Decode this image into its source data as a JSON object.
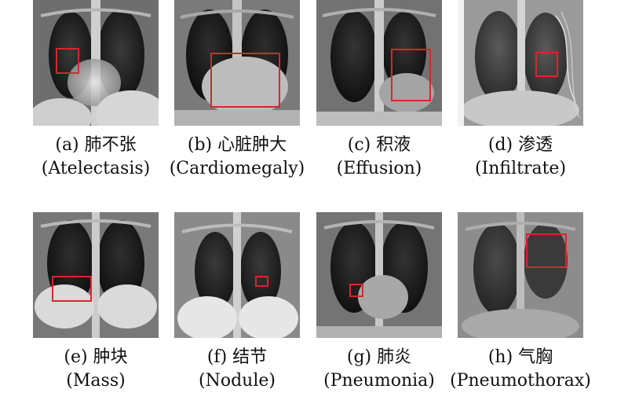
{
  "panels": [
    {
      "id": "a",
      "label_cn": "(a) 肺不张",
      "label_en": "(Atelectasis)",
      "box_color": "#d8262b"
    },
    {
      "id": "b",
      "label_cn": "(b) 心脏肿大",
      "label_en": "(Cardiomegaly)",
      "box_color": "#d8262b"
    },
    {
      "id": "c",
      "label_cn": "(c) 积液",
      "label_en": "(Effusion)",
      "box_color": "#d8262b"
    },
    {
      "id": "d",
      "label_cn": "(d) 渗透",
      "label_en": "(Infiltrate)",
      "box_color": "#d8262b"
    },
    {
      "id": "e",
      "label_cn": "(e) 肿块",
      "label_en": "(Mass)",
      "box_color": "#d8262b"
    },
    {
      "id": "f",
      "label_cn": "(f) 结节",
      "label_en": "(Nodule)",
      "box_color": "#d8262b"
    },
    {
      "id": "g",
      "label_cn": "(g) 肺炎",
      "label_en": "(Pneumonia)",
      "box_color": "#d8262b"
    },
    {
      "id": "h",
      "label_cn": "(h) 气胸",
      "label_en": "(Pneumothorax)",
      "box_color": "#d8262b"
    }
  ]
}
